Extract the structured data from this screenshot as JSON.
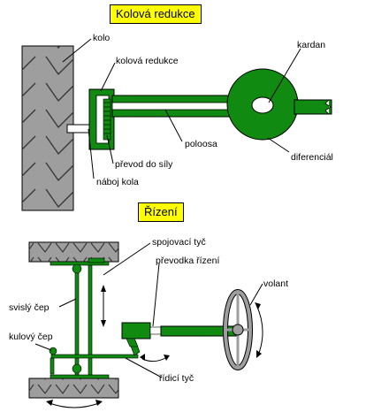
{
  "section_titles": {
    "wheel_reduction": "Kolová redukce",
    "steering": "Řízení"
  },
  "labels_top": {
    "wheel": "kolo",
    "wheel_reduction": "kolová redukce",
    "cardan": "kardan",
    "half_shaft": "poloosa",
    "reduction_gear": "převod do síly",
    "differential": "diferenciál",
    "wheel_hub": "náboj kola"
  },
  "labels_bottom": {
    "tie_rod": "spojovací tyč",
    "steering_box": "převodka řízení",
    "steering_wheel": "volant",
    "kingpin": "svislý čep",
    "ball_joint": "kulový čep",
    "drag_link": "řídicí tyč"
  },
  "colors": {
    "part_green": "#108a10",
    "tyre_gray": "#9e9e9e",
    "title_yellow": "#ffff00",
    "outline": "#000000"
  }
}
